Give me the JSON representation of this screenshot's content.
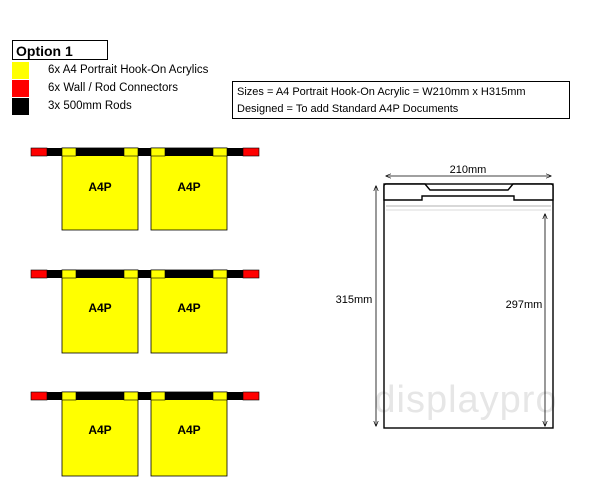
{
  "option": {
    "title": "Option 1"
  },
  "legend": [
    {
      "color": "#ffff00",
      "swatch": "yellow-swatch",
      "label": "6x A4 Portrait Hook-On Acrylics"
    },
    {
      "color": "#ff0000",
      "swatch": "red-swatch",
      "label": "6x Wall / Rod Connectors"
    },
    {
      "color": "#000000",
      "swatch": "black-swatch",
      "label": "3x 500mm Rods"
    }
  ],
  "info": {
    "sizes": "Sizes = A4 Portrait Hook-On Acrylic = W210mm x H315mm",
    "designed": "Designed = To add Standard A4P Documents"
  },
  "panel_label": "A4P",
  "drawing": {
    "width_label": "210mm",
    "height_label": "315mm",
    "inner_height_label": "297mm",
    "watermark": "displaypro"
  },
  "colors": {
    "panel": "#ffff00",
    "connector": "#ff0000",
    "rod": "#000000"
  }
}
